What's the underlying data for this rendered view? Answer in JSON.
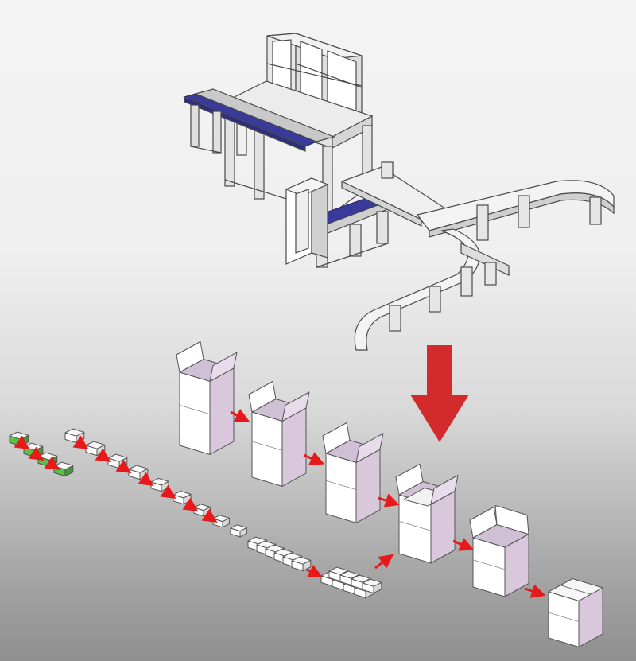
{
  "diagram": {
    "colors": {
      "frame_line": "#4a4a4a",
      "frame_fill": "#e6e6e6",
      "roller_blue": "#3a3a9a",
      "box_face": "#ffffff",
      "box_side": "#d9c8dc",
      "product_green": "#5bbf4a",
      "flow_arrow": "#e8191b",
      "big_arrow": "#d32b2b"
    },
    "icons": {
      "machine": "packing-machine-drawing",
      "down_arrow": "down-arrow-icon",
      "step_arrow": "flow-arrow-icon"
    },
    "carton_steps": 7,
    "product_steps": 12
  }
}
